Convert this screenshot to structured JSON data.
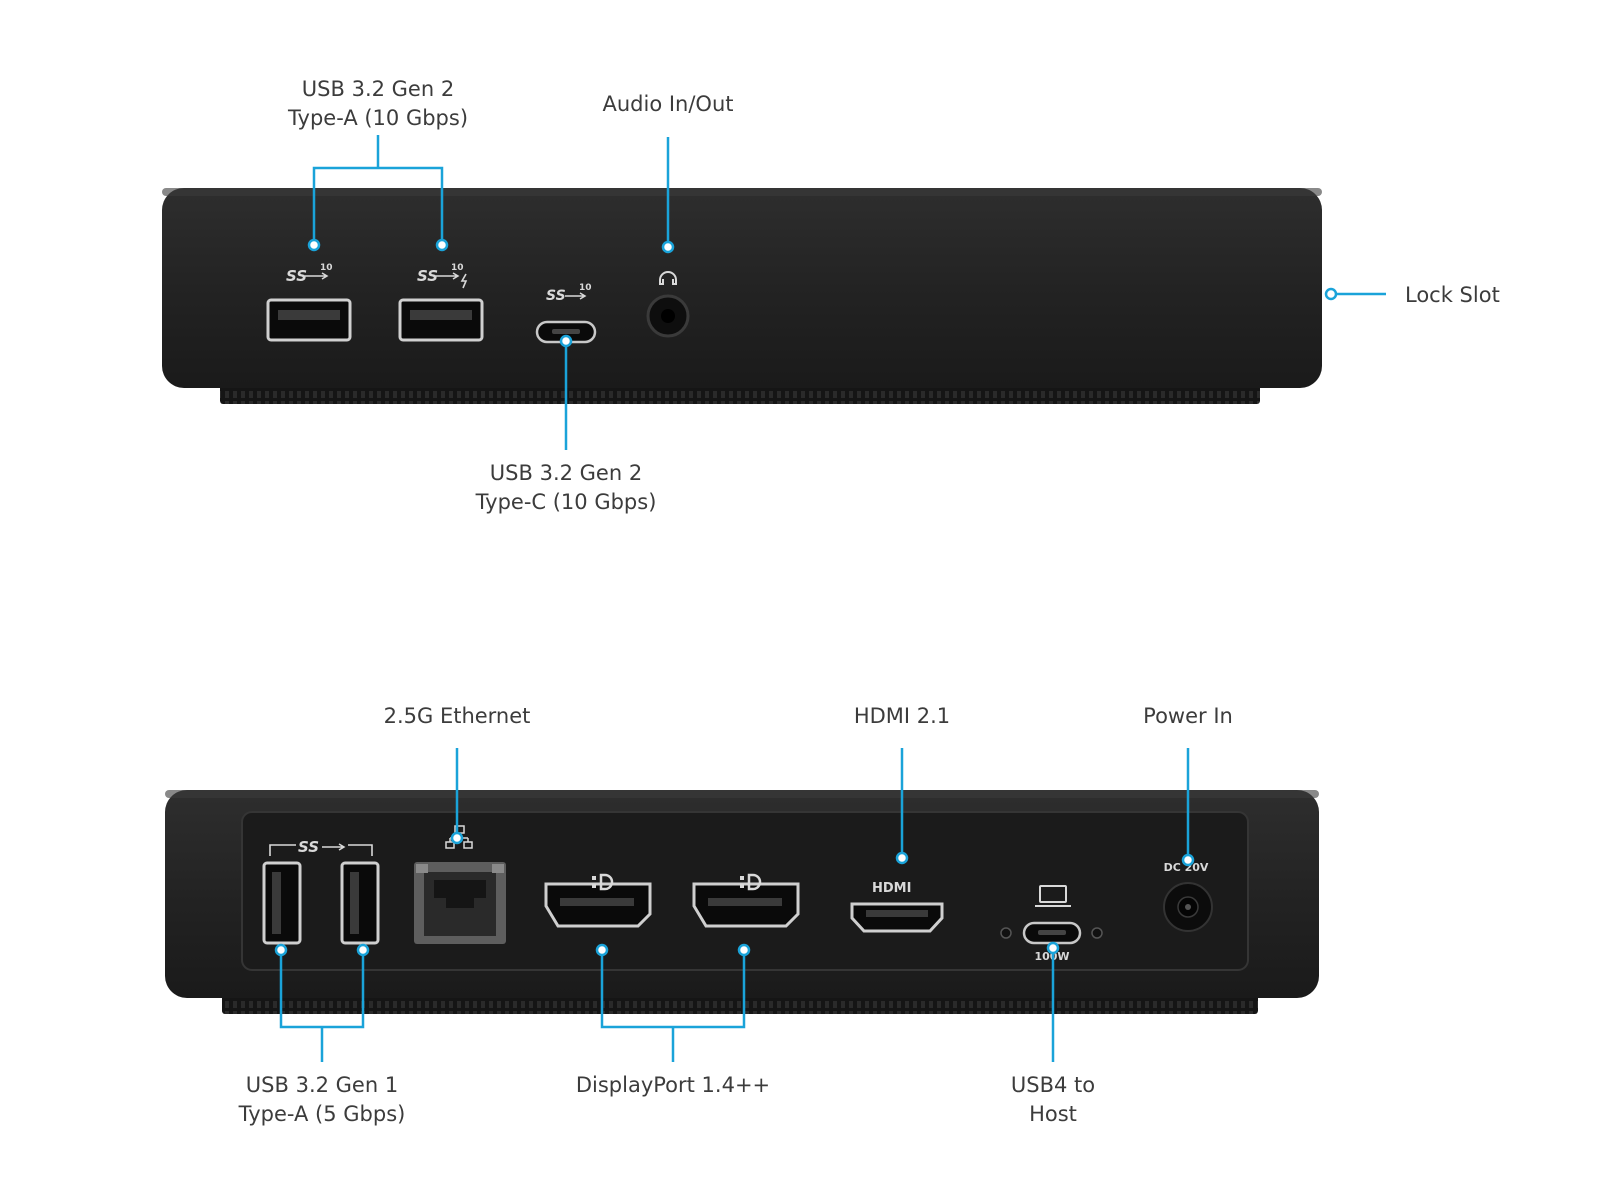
{
  "accent_color": "#1aa3d9",
  "device_color": "#222222",
  "front_panel": {
    "usb_a_gen2": {
      "line1": "USB 3.2 Gen 2",
      "line2": "Type-A (10 Gbps)"
    },
    "audio": {
      "line1": "Audio In/Out"
    },
    "lock_slot": {
      "line1": "Lock Slot"
    },
    "usb_c_gen2": {
      "line1": "USB 3.2 Gen 2",
      "line2": "Type-C (10 Gbps)"
    },
    "port_markings": {
      "ss_logo": "SS",
      "speed": "10"
    }
  },
  "rear_panel": {
    "ethernet": {
      "line1": "2.5G Ethernet"
    },
    "hdmi": {
      "line1": "HDMI 2.1"
    },
    "power_in": {
      "line1": "Power In"
    },
    "usb_a_gen1": {
      "line1": "USB 3.2 Gen 1",
      "line2": "Type-A (5 Gbps)"
    },
    "displayport": {
      "line1": "DisplayPort 1.4++"
    },
    "usb4_host": {
      "line1": "USB4 to",
      "line2": "Host"
    },
    "port_markings": {
      "ss_logo": "SS",
      "hdmi_logo": "HDMI",
      "dc_marking": "DC 20V",
      "usb4_marking": "100W"
    }
  }
}
